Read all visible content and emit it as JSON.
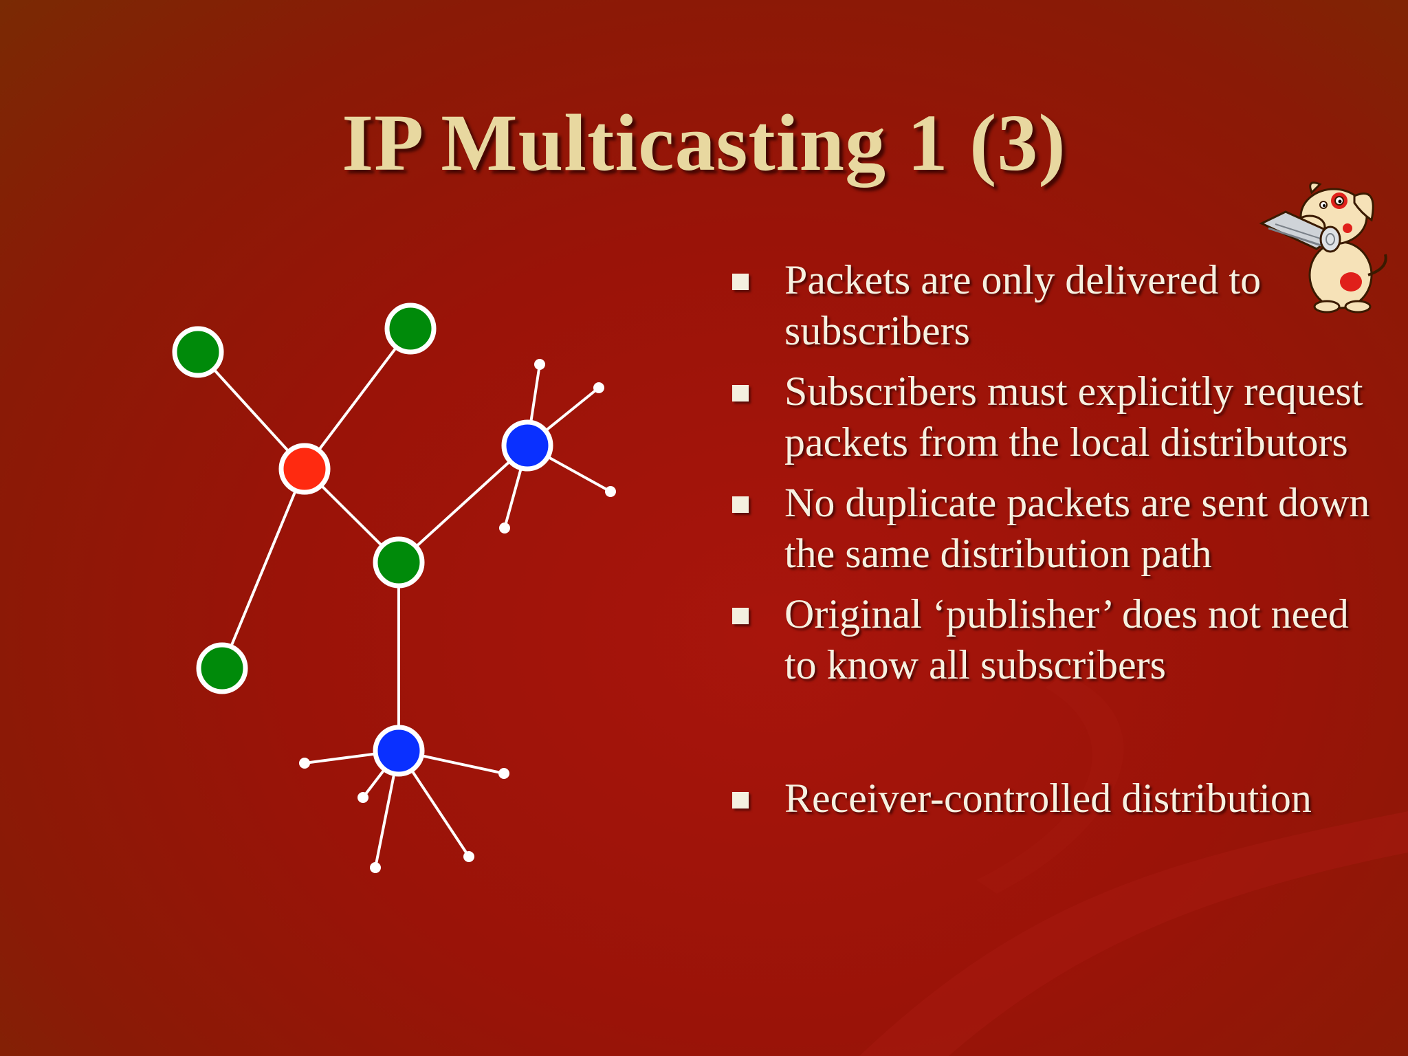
{
  "slide": {
    "title": "IP Multicasting 1 (3)"
  },
  "bullets": [
    {
      "text": "Packets are only delivered to subscribers"
    },
    {
      "text": "Subscribers must explicitly request packets from the local distributors"
    },
    {
      "text": "No duplicate packets are sent down the same distribution path"
    },
    {
      "text": "Original ‘publisher’ does not need to know all subscribers"
    },
    {
      "text": "Receiver-controlled distribution"
    }
  ],
  "colors": {
    "background": "#9a1308",
    "title": "#e8d8a0",
    "text": "#f6f0e0",
    "node_red": "#ff2a10",
    "node_green": "#008a0a",
    "node_blue": "#0a30ff",
    "edge": "#ffffff"
  },
  "icons": {
    "mascot": "dog-with-newspaper-icon"
  }
}
